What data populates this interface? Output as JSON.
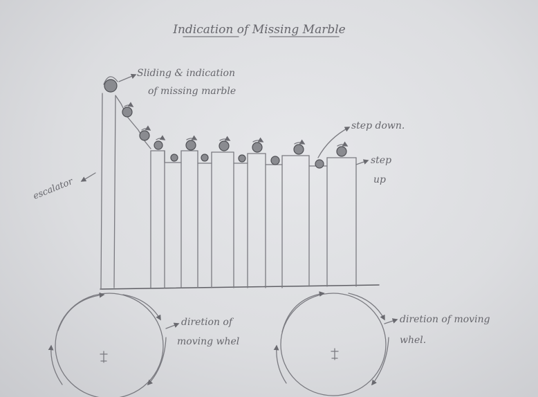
{
  "title": "Indication of Missing Marble",
  "labels": {
    "sliding": [
      "Sliding & indication",
      "of missing marble"
    ],
    "escalator": "escalator",
    "step_down": "step down.",
    "step_up": [
      "step",
      "up"
    ],
    "wheel_left": [
      "diretion of",
      "moving whel"
    ],
    "wheel_right": [
      "diretion of moving",
      "whel."
    ]
  },
  "colors": {
    "paper": "#e2e3e6",
    "pencil": "#7a7a80",
    "marble": "#8a8b90"
  }
}
